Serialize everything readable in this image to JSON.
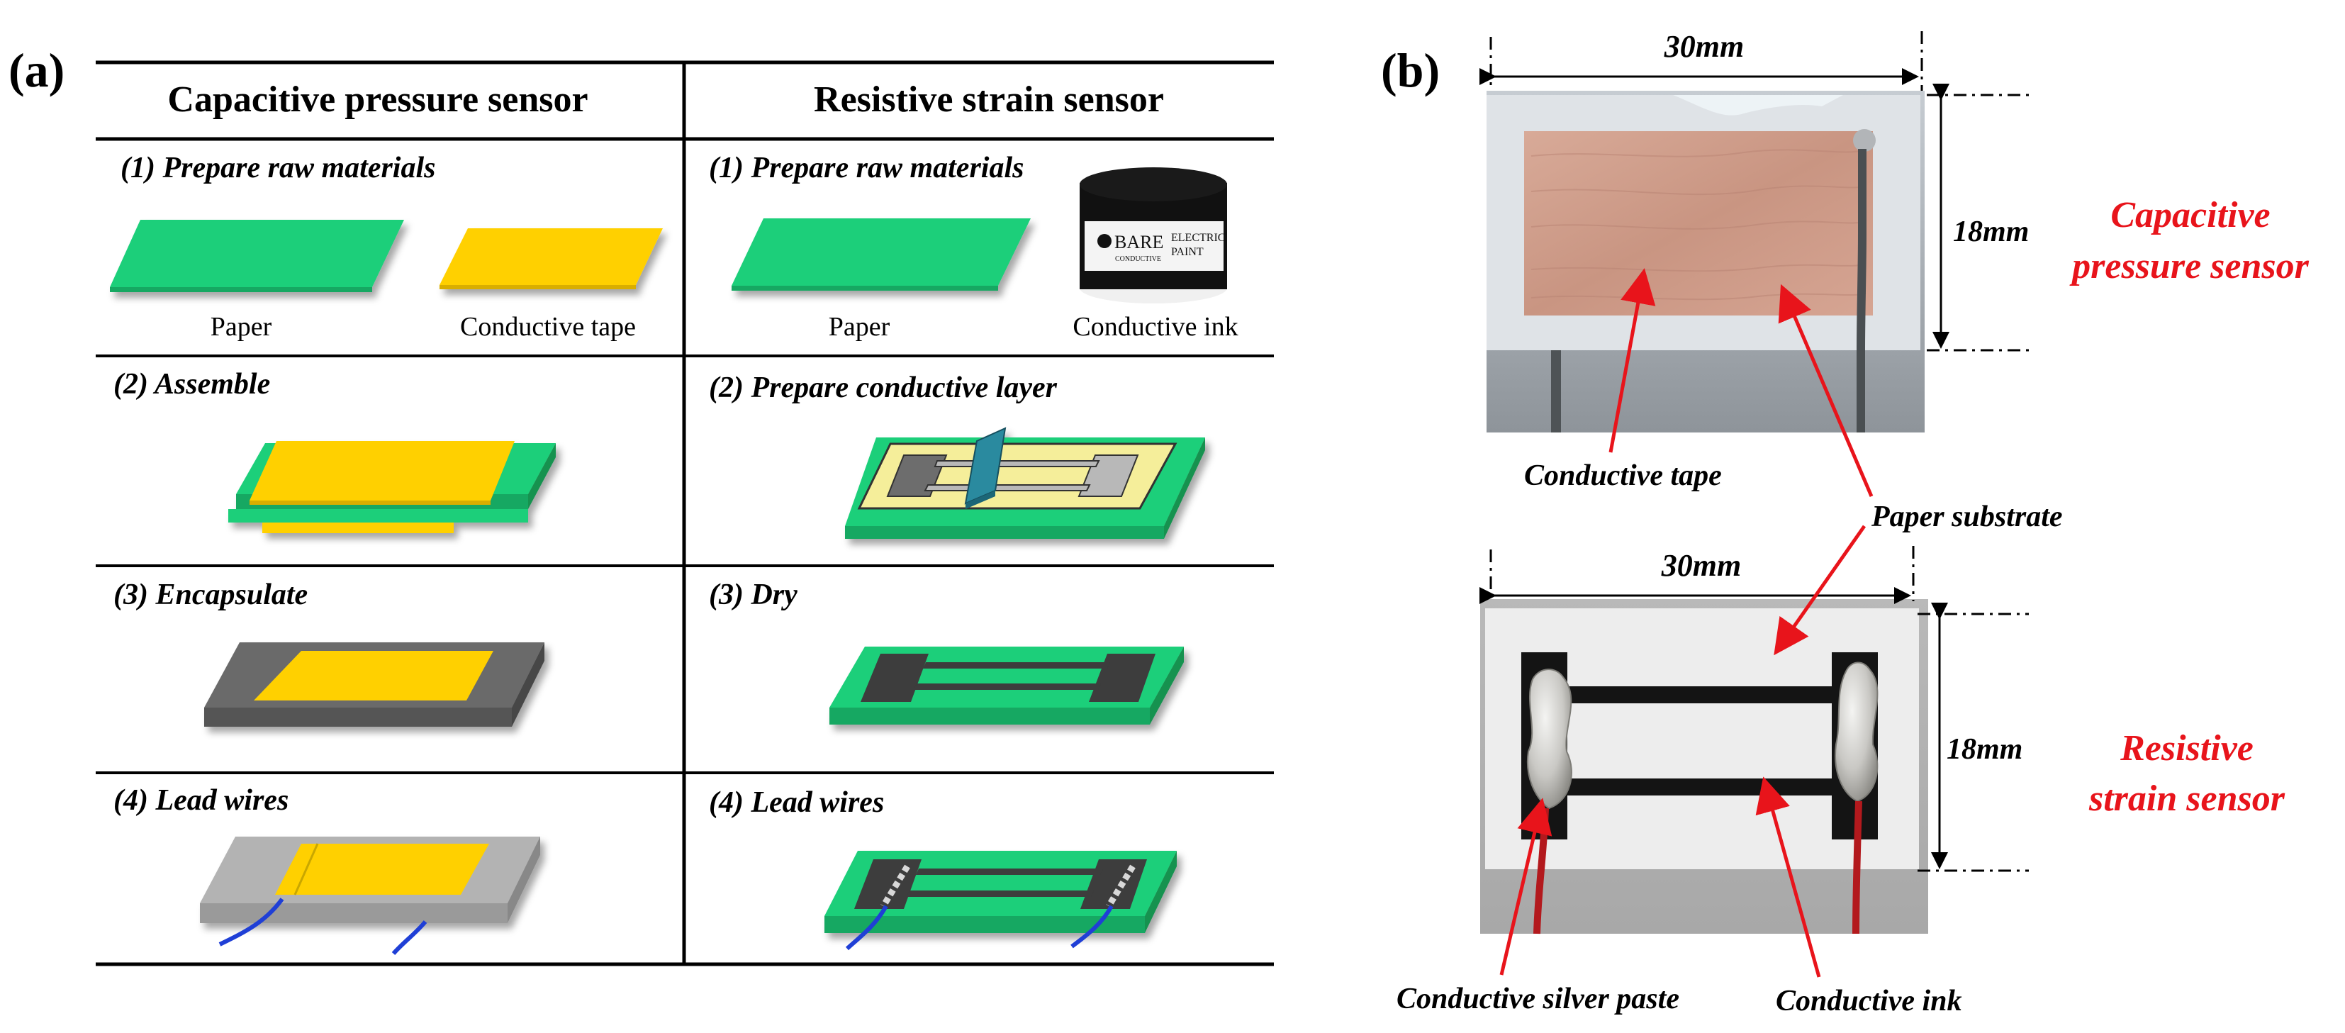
{
  "panel_a": {
    "label": "(a)",
    "col_left": "Capacitive pressure sensor",
    "col_right": "Resistive strain sensor",
    "left_steps": [
      "(1) Prepare raw materials",
      "(2) Assemble",
      "(3) Encapsulate",
      "(4) Lead wires"
    ],
    "right_steps": [
      "(1) Prepare raw materials",
      "(2) Prepare conductive layer",
      "(3) Dry",
      "(4) Lead wires"
    ],
    "left_mat1": "Paper",
    "left_mat2": "Conductive tape",
    "right_mat1": "Paper",
    "right_mat2": "Conductive ink",
    "jar_brand": "BARE",
    "jar_brand_sub": "CONDUCTIVE",
    "jar_product_1": "ELECTRIC",
    "jar_product_2": "PAINT"
  },
  "panel_b": {
    "label": "(b)",
    "top_width": "30mm",
    "top_height": "18mm",
    "bottom_width": "30mm",
    "bottom_height": "18mm",
    "cap_title_1": "Capacitive",
    "cap_title_2": "pressure sensor",
    "res_title_1": "Resistive",
    "res_title_2": "strain sensor",
    "callout_tape": "Conductive tape",
    "callout_paper": "Paper substrate",
    "callout_silver": "Conductive silver paste",
    "callout_ink": "Conductive ink"
  },
  "colors": {
    "paper_green": "#1ecf7a",
    "tape_yellow": "#ffd000",
    "encapsulant_dark": "#5f5f5f",
    "encapsulant_light": "#a9a9a9",
    "wire_blue": "#1f3fd6",
    "ink_dark": "#3c3c3c",
    "callout_red": "#e8141b",
    "copper": "#cf9e8c"
  }
}
